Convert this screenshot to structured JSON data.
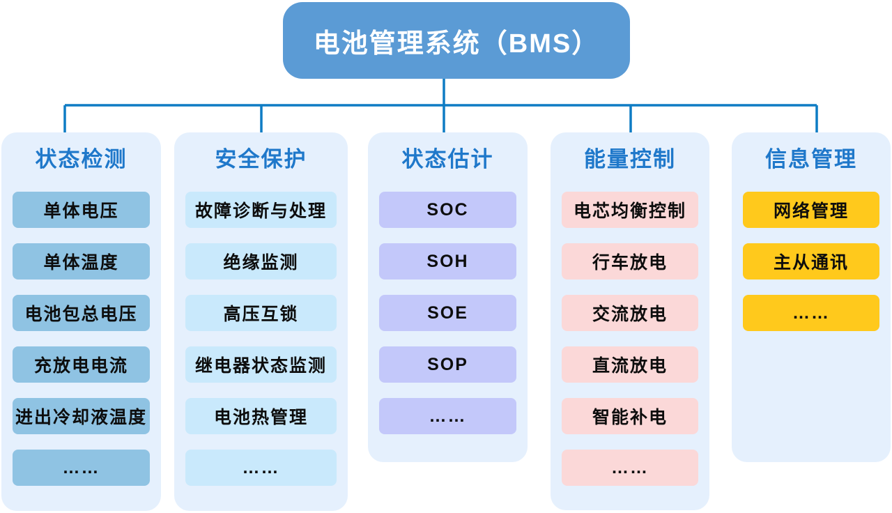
{
  "title": {
    "label": "电池管理系统（BMS）",
    "bg": "#5B9BD5",
    "text_color": "#FFFFFF"
  },
  "connector_color": "#0E7CC4",
  "header_color": "#1F78CA",
  "panel_bg": "#E5F0FD",
  "item_text_color": "#0D0D0D",
  "columns": [
    {
      "header": "状态检测",
      "item_bg": "#8FC3E3",
      "items": [
        "单体电压",
        "单体温度",
        "电池包总电压",
        "充放电电流",
        "进出冷却液温度",
        "……"
      ]
    },
    {
      "header": "安全保护",
      "item_bg": "#C9E9FC",
      "items": [
        "故障诊断与处理",
        "绝缘监测",
        "高压互锁",
        "继电器状态监测",
        "电池热管理",
        "……"
      ]
    },
    {
      "header": "状态估计",
      "item_bg": "#C3C8FA",
      "items": [
        "SOC",
        "SOH",
        "SOE",
        "SOP",
        "……"
      ]
    },
    {
      "header": "能量控制",
      "item_bg": "#FBD8D8",
      "items": [
        "电芯均衡控制",
        "行车放电",
        "交流放电",
        "直流放电",
        "智能补电",
        "……"
      ]
    },
    {
      "header": "信息管理",
      "item_bg": "#FFC91C",
      "items": [
        "网络管理",
        "主从通讯",
        "……"
      ]
    }
  ]
}
